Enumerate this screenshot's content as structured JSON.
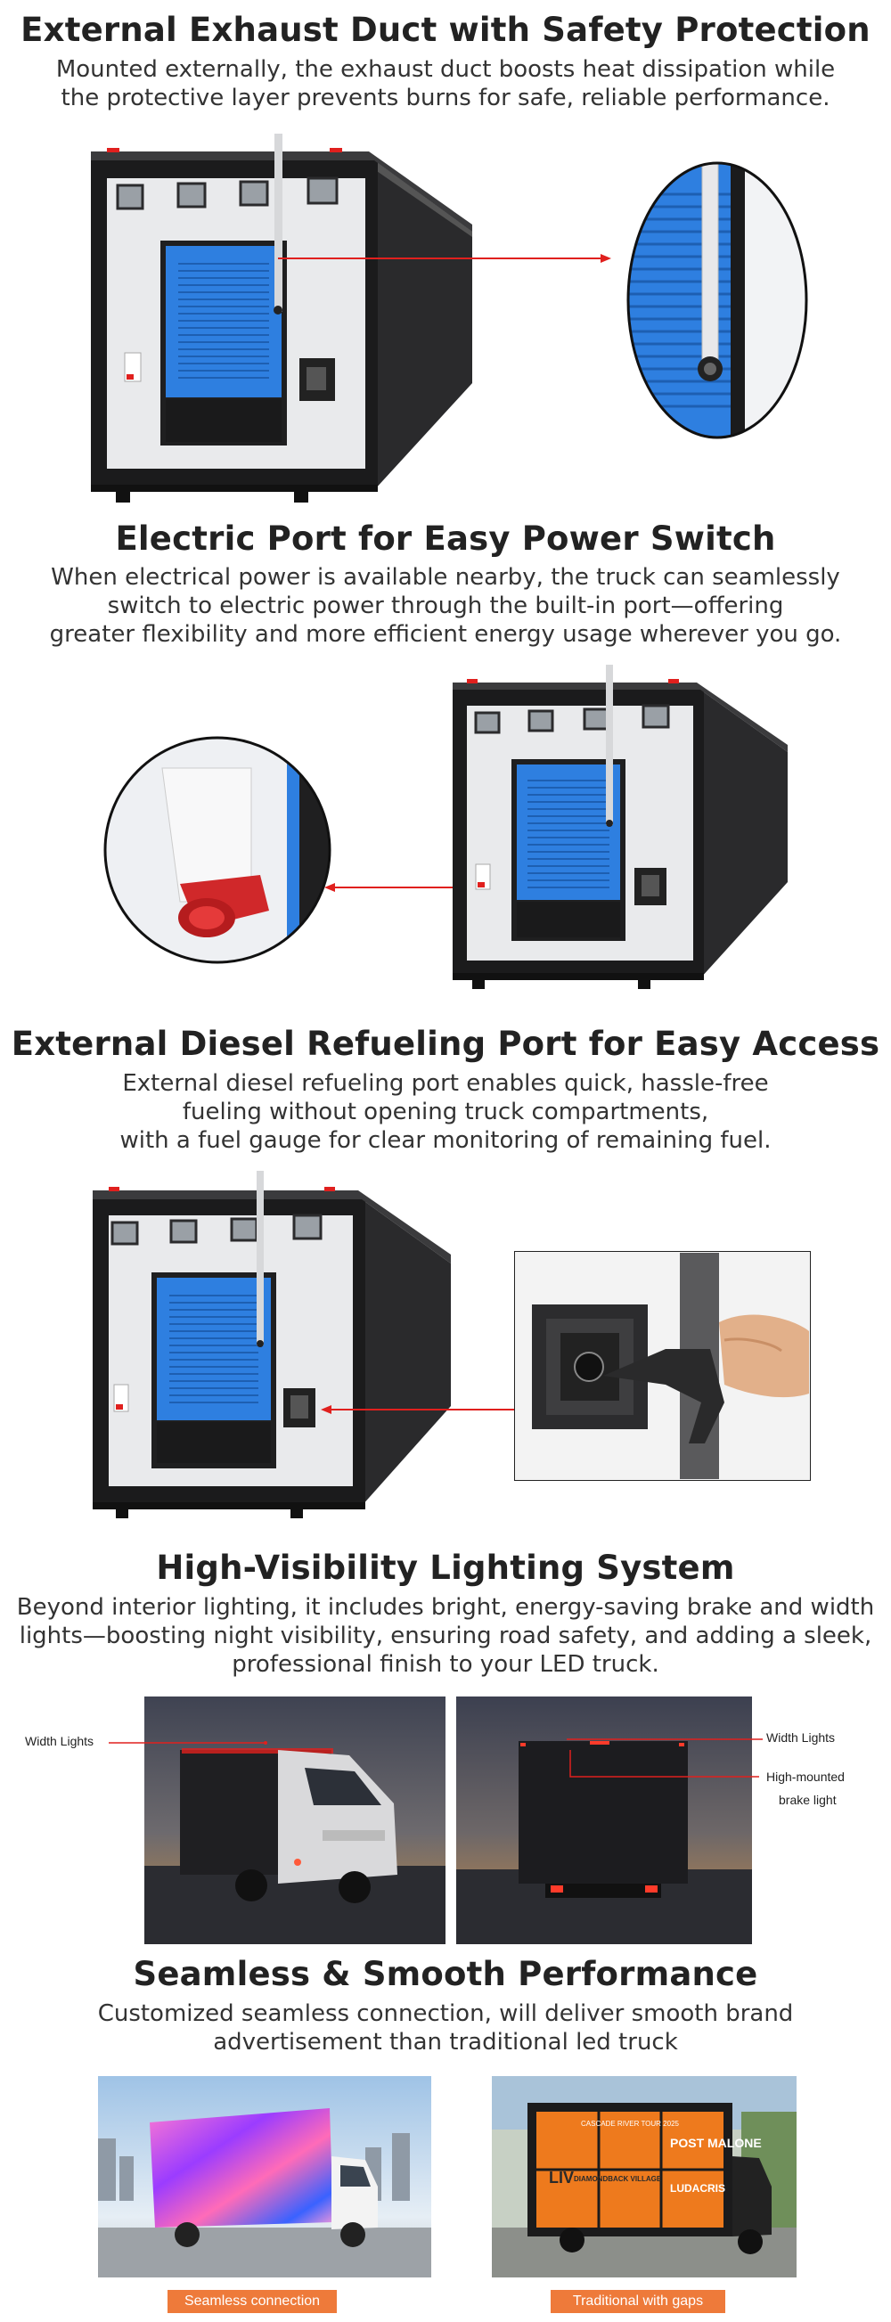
{
  "sections": [
    {
      "title": "External Exhaust Duct with Safety Protection",
      "lines": [
        "Mounted externally, the exhaust duct boosts heat dissipation while",
        "the protective layer prevents burns for safe, reliable performance."
      ]
    },
    {
      "title": "Electric Port for Easy Power Switch",
      "lines": [
        "When electrical power is available nearby, the truck can seamlessly",
        "switch to electric power through the built-in port—offering",
        "greater flexibility and more efficient energy usage wherever you go."
      ]
    },
    {
      "title": "External Diesel Refueling Port for Easy Access",
      "lines": [
        "External diesel refueling port enables quick, hassle-free",
        "fueling without opening truck compartments,",
        "with a fuel gauge for clear monitoring of remaining fuel."
      ]
    },
    {
      "title": "High-Visibility Lighting System",
      "lines": [
        "Beyond interior lighting, it includes bright, energy-saving brake and width",
        "lights—boosting night visibility,  ensuring road safety, and adding a sleek,",
        "professional finish to your LED truck."
      ]
    },
    {
      "title": "Seamless & Smooth Performance",
      "lines": [
        "Customized seamless connection, will deliver smooth brand",
        "advertisement than traditional led truck"
      ]
    }
  ],
  "lighting_callouts": {
    "left_width_lights": "Width Lights",
    "right_width_lights": "Width Lights",
    "brake_light_line1": "High-mounted",
    "brake_light_line2": "brake light"
  },
  "comparison_tags": {
    "left": "Seamless connection",
    "right": "Traditional with gaps"
  },
  "billboard_text": {
    "top": "CASCADE RIVER TOUR 2025",
    "headliner": "POST MALONE",
    "name": "LIV",
    "venue": "DIAMONDBACK VILLAGE",
    "guest": "LUDACRIS"
  },
  "colors": {
    "accent_red": "#e0201e",
    "panel_blue": "#2e7fe0",
    "tag_orange": "#ee7a3a"
  }
}
